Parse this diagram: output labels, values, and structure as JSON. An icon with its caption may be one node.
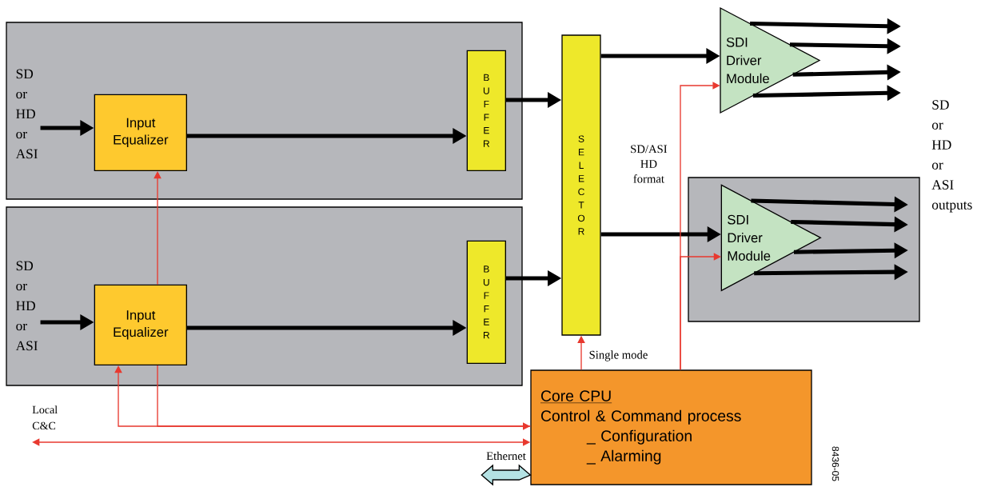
{
  "diagram": {
    "nodes": [
      {
        "text": [],
        "shape": "box"
      },
      {
        "text": [
          "SD or HD or ASI"
        ],
        "in": 0
      },
      {
        "text": [
          "Input Equalizer"
        ],
        "in": 0
      },
      {
        "text": [
          "BUFFER"
        ],
        "in": 0
      },
      {
        "text": [],
        "shape": "box"
      },
      {
        "text": [
          "SD or HD or ASI"
        ],
        "in": 4
      },
      {
        "text": [
          "Input Equalizer"
        ],
        "in": 4
      },
      {
        "text": [
          "BUFFER"
        ],
        "in": 4
      },
      {
        "text": [
          "SELECTOR"
        ]
      },
      {
        "text": [
          "SDI Driver Module"
        ]
      },
      {
        "text": [],
        "shape": "box"
      },
      {
        "text": [
          "SDI Driver Module"
        ],
        "in": 10
      },
      {
        "text": [
          "Core CPU",
          "Control & Command process",
          "_ Configuration",
          "_ Alarming"
        ]
      },
      {
        "text": [
          "Local C&C"
        ]
      }
    ],
    "edges": [
      {
        "from": 1,
        "to": 2,
        "arrow": "to"
      },
      {
        "from": 2,
        "to": 3,
        "arrow": "to"
      },
      {
        "from": 3,
        "to": 8,
        "arrow": "to"
      },
      {
        "from": 5,
        "to": 6,
        "arrow": "to"
      },
      {
        "from": 6,
        "to": 7,
        "arrow": "to"
      },
      {
        "from": 7,
        "to": 8,
        "arrow": "to"
      },
      {
        "from": 8,
        "to": 9,
        "arrow": "to"
      },
      {
        "from": 8,
        "to": 11,
        "arrow": "to"
      },
      {
        "from": 9,
        "to": null,
        "arrow": "to"
      },
      {
        "from": 9,
        "to": null,
        "arrow": "to"
      },
      {
        "from": 9,
        "to": null,
        "arrow": "to"
      },
      {
        "from": 9,
        "to": null,
        "arrow": "to"
      },
      {
        "from": 11,
        "to": null,
        "arrow": "to"
      },
      {
        "from": 11,
        "to": null,
        "arrow": "to"
      },
      {
        "from": 11,
        "to": null,
        "arrow": "to"
      },
      {
        "from": 11,
        "to": null,
        "arrow": "to"
      },
      {
        "from": 12,
        "to": 8,
        "arrow": "to",
        "color": "#e8392f",
        "label": "Single mode"
      },
      {
        "from": 12,
        "to": 9,
        "arrow": "to",
        "color": "#e8392f",
        "label": "SD/ASI HD format"
      },
      {
        "from": 12,
        "to": 11,
        "arrow": "to",
        "color": "#e8392f"
      },
      {
        "from": 6,
        "to": 12,
        "arrow": "to",
        "color": "#e8392f"
      },
      {
        "from": 12,
        "to": 6,
        "arrow": "to",
        "color": "#e8392f"
      },
      {
        "from": 6,
        "to": 2,
        "arrow": "to",
        "color": "#e8392f"
      },
      {
        "from": 12,
        "to": 13,
        "arrow": "both",
        "color": "#e8392f"
      },
      {
        "from": null,
        "to": 12,
        "arrow": "both",
        "style": "thick",
        "color": "#b4e2e4",
        "label": "Ethernet"
      }
    ],
    "labels": [
      "SD or HD or ASI outputs",
      "8436-05"
    ]
  }
}
